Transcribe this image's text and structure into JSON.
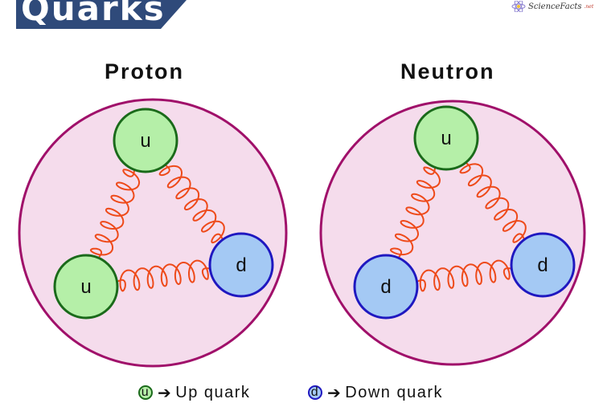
{
  "header": {
    "title": "Quarks",
    "brand": "ScienceFacts",
    "brand_suffix": ".net"
  },
  "colors": {
    "banner": "#2f4a7a",
    "hadron_fill": "#f5dcec",
    "hadron_stroke": "#a0106a",
    "up_fill": "#b5efa8",
    "up_stroke": "#1a6a1a",
    "down_fill": "#a4c9f4",
    "down_stroke": "#1f18c0",
    "gluon": "#ee4a1a"
  },
  "particles": [
    {
      "name": "Proton",
      "quarks": [
        {
          "type": "up",
          "label": "u",
          "position": "top"
        },
        {
          "type": "up",
          "label": "u",
          "position": "bottom-left"
        },
        {
          "type": "down",
          "label": "d",
          "position": "right"
        }
      ],
      "gluon_links": [
        [
          "top",
          "bottom-left"
        ],
        [
          "top",
          "right"
        ],
        [
          "bottom-left",
          "right"
        ]
      ]
    },
    {
      "name": "Neutron",
      "quarks": [
        {
          "type": "up",
          "label": "u",
          "position": "top"
        },
        {
          "type": "down",
          "label": "d",
          "position": "bottom-left"
        },
        {
          "type": "down",
          "label": "d",
          "position": "right"
        }
      ],
      "gluon_links": [
        [
          "top",
          "bottom-left"
        ],
        [
          "top",
          "right"
        ],
        [
          "bottom-left",
          "right"
        ]
      ]
    }
  ],
  "legend": [
    {
      "symbol": "u",
      "arrow": "➔",
      "label": "Up quark",
      "type": "up"
    },
    {
      "symbol": "d",
      "arrow": "➔",
      "label": "Down quark",
      "type": "down"
    }
  ]
}
